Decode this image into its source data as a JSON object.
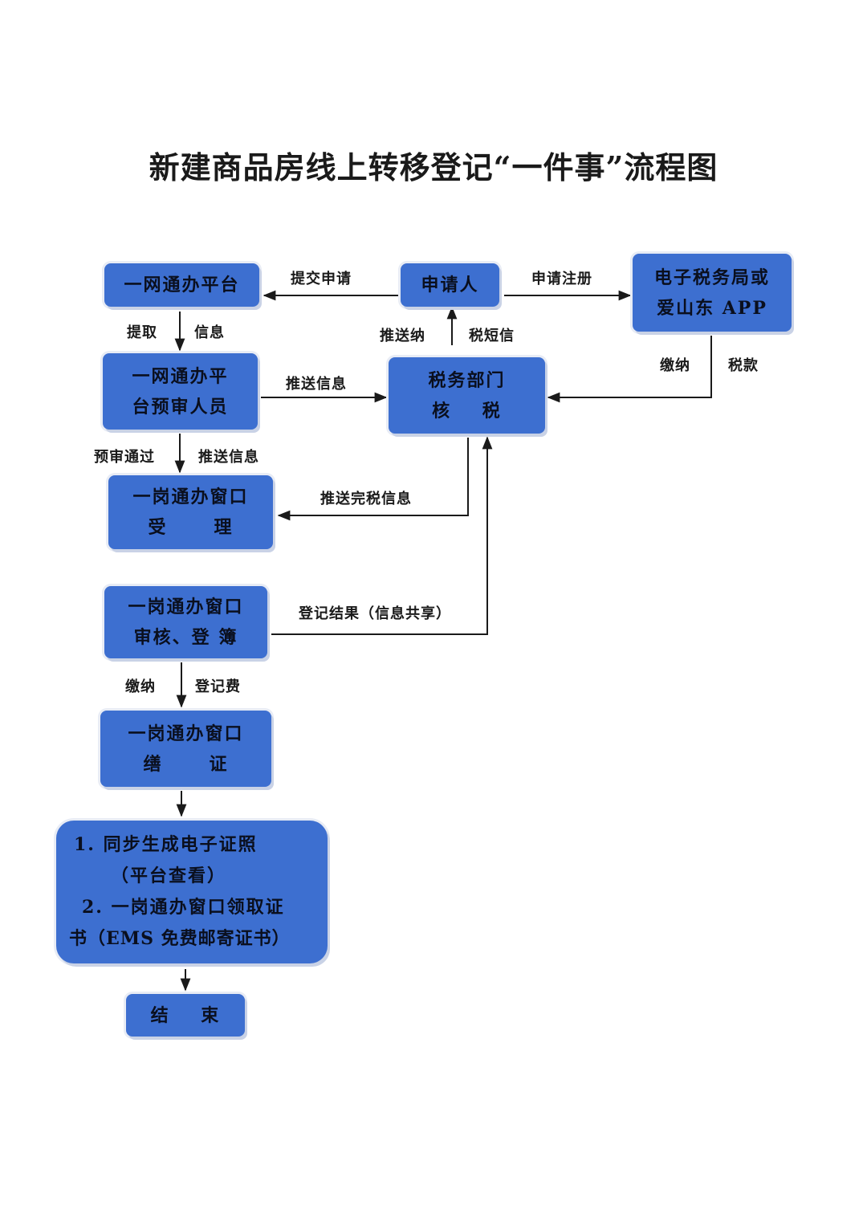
{
  "title": "新建商品房线上转移登记“一件事”流程图",
  "nodes": {
    "platform": [
      "一网通办平台"
    ],
    "applicant": [
      "申请人"
    ],
    "etax": [
      "电子税务局或",
      "爱山东 APP"
    ],
    "prereview": [
      "一网通办平",
      "台预审人员"
    ],
    "tax": [
      "税务部门",
      "核    税"
    ],
    "accept": [
      "一岗通办窗口",
      "受      理"
    ],
    "register": [
      "一岗通办窗口",
      "审核、登 簿"
    ],
    "certify": [
      "一岗通办窗口",
      "缮      证"
    ],
    "output": [
      "1. 同步生成电子证照",
      "（平台查看）",
      "2. 一岗通办窗口领取证",
      "书（EMS 免费邮寄证书）"
    ],
    "end": [
      "结    束"
    ]
  },
  "edge_labels": {
    "submit": "提交申请",
    "register_apply": "申请注册",
    "fetch_a": "提取",
    "fetch_b": "信息",
    "push_pay": "推送纳",
    "tax_sms": "税短信",
    "pay_a": "缴纳",
    "pay_b": "税款",
    "push_info": "推送信息",
    "pre_pass": "预审通过",
    "pre_push": "推送信息",
    "push_done_tax": "推送完税信息",
    "reg_result": "登记结果（信息共享）",
    "fee_a": "缴纳",
    "fee_b": "登记费"
  }
}
